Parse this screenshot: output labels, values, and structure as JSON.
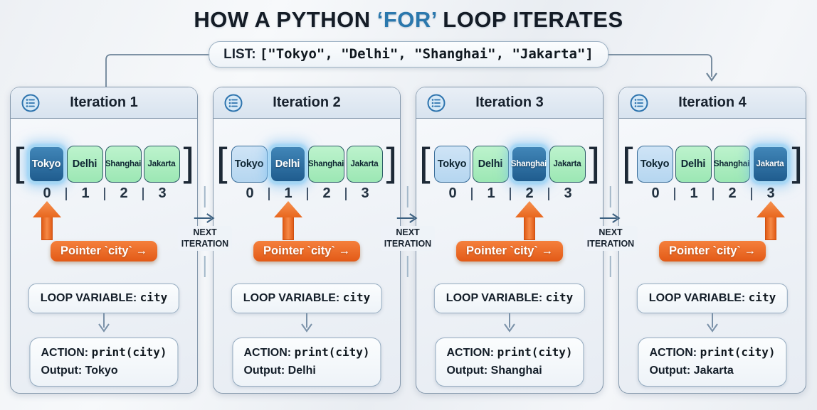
{
  "title": {
    "prefix": "HOW A PYTHON ",
    "highlight": "‘FOR’",
    "suffix": " LOOP ITERATES"
  },
  "list_banner": {
    "label": "LIST:",
    "code": "[\"Tokyo\", \"Delhi\", \"Shanghai\", \"Jakarta\"]"
  },
  "array_brackets": {
    "open": "[",
    "close": "]"
  },
  "pointer_label": "Pointer `city` →",
  "next_label": {
    "line1": "NEXT",
    "line2": "ITERATION"
  },
  "panels": [
    {
      "title": "Iteration 1",
      "current_index": 0,
      "cells": [
        {
          "text": "Tokyo",
          "state": "current"
        },
        {
          "text": "Delhi",
          "state": "green"
        },
        {
          "text": "Shanghai",
          "state": "green"
        },
        {
          "text": "Jakarta",
          "state": "green"
        }
      ],
      "indices": [
        "0",
        "1",
        "2",
        "3"
      ],
      "loop_variable_label": "LOOP VARIABLE:",
      "loop_variable_value": "city",
      "action_label": "ACTION:",
      "action_code": "print(city)",
      "output_label": "Output:",
      "output_value": "Tokyo"
    },
    {
      "title": "Iteration 2",
      "current_index": 1,
      "cells": [
        {
          "text": "Tokyo",
          "state": "blue"
        },
        {
          "text": "Delhi",
          "state": "current"
        },
        {
          "text": "Shanghai",
          "state": "green"
        },
        {
          "text": "Jakarta",
          "state": "green"
        }
      ],
      "indices": [
        "0",
        "1",
        "2",
        "3"
      ],
      "loop_variable_label": "LOOP VARIABLE:",
      "loop_variable_value": "city",
      "action_label": "ACTION:",
      "action_code": "print(city)",
      "output_label": "Output:",
      "output_value": "Delhi"
    },
    {
      "title": "Iteration 3",
      "current_index": 2,
      "cells": [
        {
          "text": "Tokyo",
          "state": "blue"
        },
        {
          "text": "Delhi",
          "state": "green"
        },
        {
          "text": "Shanghai",
          "state": "current"
        },
        {
          "text": "Jakarta",
          "state": "green"
        }
      ],
      "indices": [
        "0",
        "1",
        "2",
        "3"
      ],
      "loop_variable_label": "LOOP VARIABLE:",
      "loop_variable_value": "city",
      "action_label": "ACTION:",
      "action_code": "print(city)",
      "output_label": "Output:",
      "output_value": "Shanghai"
    },
    {
      "title": "Iteration 4",
      "current_index": 3,
      "cells": [
        {
          "text": "Tokyo",
          "state": "blue"
        },
        {
          "text": "Delhi",
          "state": "green"
        },
        {
          "text": "Shanghai",
          "state": "green"
        },
        {
          "text": "Jakarta",
          "state": "current"
        }
      ],
      "indices": [
        "0",
        "1",
        "2",
        "3"
      ],
      "loop_variable_label": "LOOP VARIABLE:",
      "loop_variable_value": "city",
      "action_label": "ACTION:",
      "action_code": "print(city)",
      "output_label": "Output:",
      "output_value": "Jakarta"
    }
  ],
  "colors": {
    "accent_blue": "#2b78ad",
    "pointer_orange": "#e8671f",
    "current_cell": "#2f6b9c",
    "visited_cell": "#c3ddf2",
    "upcoming_cell": "#a9ecbf",
    "panel_border": "#8397ab",
    "connector_line": "#6e8499"
  }
}
